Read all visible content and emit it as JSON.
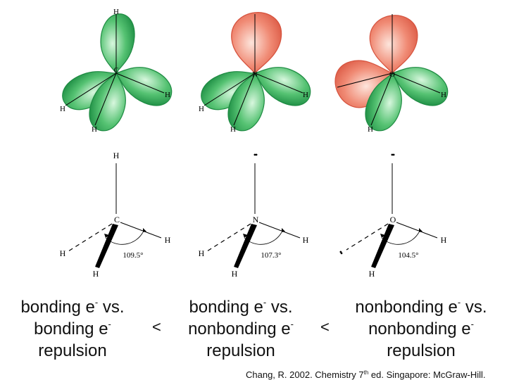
{
  "orbital_models": [
    {
      "center": "C",
      "atoms": [
        "H",
        "H",
        "H",
        "H"
      ],
      "lone_pairs": 0
    },
    {
      "center": "N",
      "atoms": [
        "H",
        "H",
        "H"
      ],
      "lone_pairs": 1
    },
    {
      "center": "O",
      "atoms": [
        "H",
        "H"
      ],
      "lone_pairs": 2
    }
  ],
  "line_models": [
    {
      "center": "C",
      "atoms": [
        "H",
        "H",
        "H",
        "H"
      ],
      "top_label": "H",
      "angle": "109.5°"
    },
    {
      "center": "N",
      "atoms": [
        "H",
        "H",
        "H"
      ],
      "top_label": "••",
      "angle": "107.3°"
    },
    {
      "center": "O",
      "atoms": [
        "H",
        "H"
      ],
      "top_label": "••",
      "left_label": "••",
      "angle": "104.5°"
    }
  ],
  "captions": [
    {
      "line1": "bonding e",
      "line1_sup": "-",
      "line1_tail": " vs.",
      "line2": "bonding e",
      "line2_sup": "-",
      "line3": "repulsion"
    },
    {
      "line1": "bonding e",
      "line1_sup": "-",
      "line1_tail": " vs.",
      "line2": "nonbonding e",
      "line2_sup": "-",
      "line3": "repulsion"
    },
    {
      "line1": "nonbonding e",
      "line1_sup": "-",
      "line1_tail": " vs.",
      "line2": "nonbonding e",
      "line2_sup": "-",
      "line3": "repulsion"
    }
  ],
  "comparison": [
    "<",
    "<"
  ],
  "citation": {
    "pre": "Chang, R. 2002. Chemistry 7",
    "sup": "th",
    "post": " ed. Singapore: McGraw-Hill."
  },
  "colors": {
    "bond_lobe": "#2fae55",
    "bond_lobe_light": "#bff0c8",
    "lone_pair_lobe": "#e8715c",
    "lone_pair_lobe_light": "#fbd8cc",
    "line": "#000000"
  }
}
